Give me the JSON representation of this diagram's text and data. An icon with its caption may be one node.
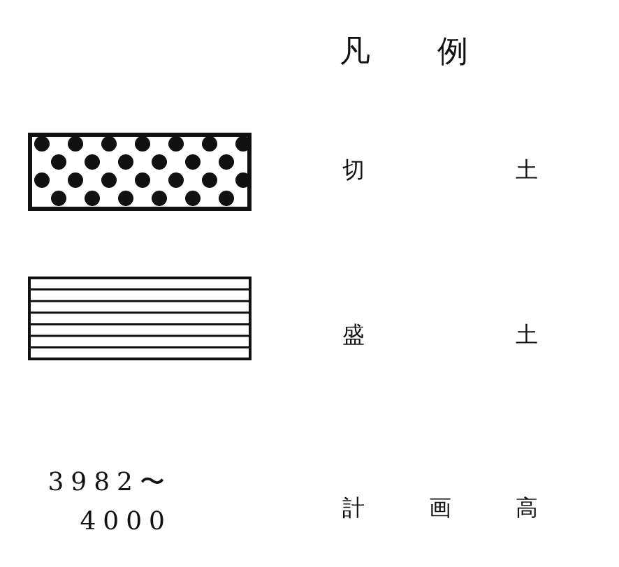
{
  "diagram": {
    "title": "凡例",
    "legend": [
      {
        "text": "切土"
      },
      {
        "text": "盛土"
      },
      {
        "text": "計画高"
      }
    ],
    "labels": [
      "3982〜 4000"
    ]
  }
}
